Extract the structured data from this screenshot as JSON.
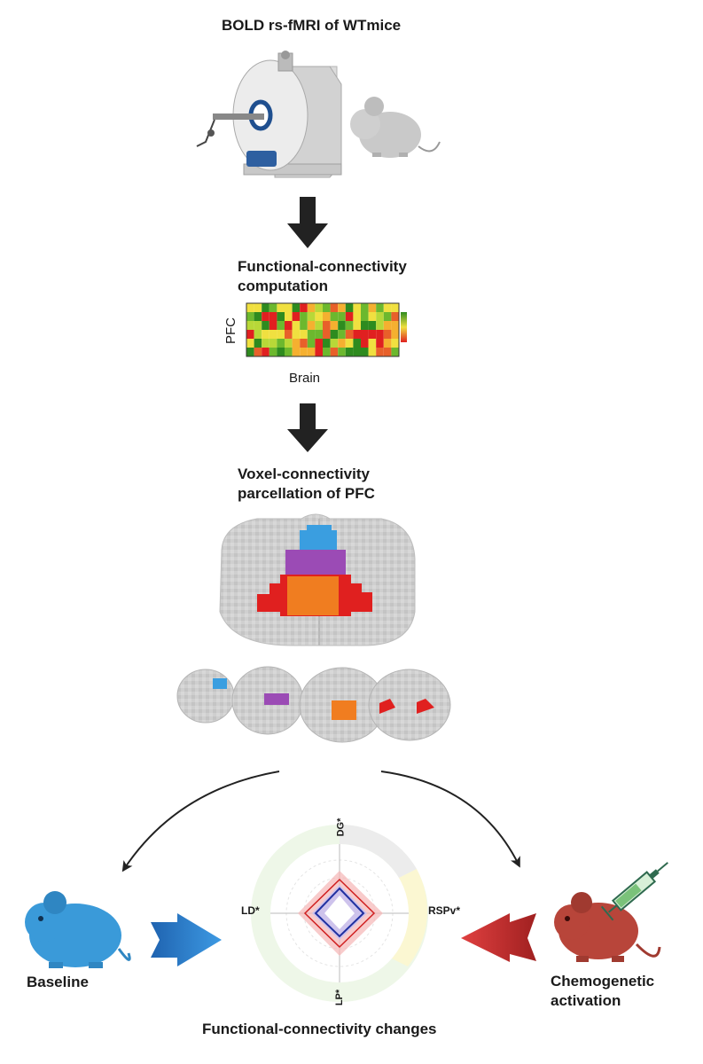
{
  "steps": {
    "step1_title": "BOLD rs-fMRI of WTmice",
    "step2_title_line1": "Functional-connectivity",
    "step2_title_line2": "computation",
    "matrix_ylabel": "PFC",
    "matrix_xlabel": "Brain",
    "step3_title_line1": "Voxel-connectivity",
    "step3_title_line2": "parcellation of PFC",
    "final_title": "Functional-connectivity changes"
  },
  "conditions": {
    "baseline_label": "Baseline",
    "activation_label_line1": "Chemogenetic",
    "activation_label_line2": "activation"
  },
  "radar": {
    "axes": [
      {
        "label": "DG*"
      },
      {
        "label": "RSPv*"
      },
      {
        "label": "LP*"
      },
      {
        "label": "LD*"
      }
    ]
  },
  "colors": {
    "parcel_1": "#3a9ee0",
    "parcel_2": "#9b4bb5",
    "parcel_3": "#f07d20",
    "parcel_4": "#e0201f",
    "baseline_mouse": "#3a9ad9",
    "activation_mouse": "#b8453a",
    "arrow_dark": "#222222"
  },
  "icons": [
    "mri-scanner-icon",
    "mouse-icon",
    "syringe-icon",
    "down-arrow-icon"
  ]
}
